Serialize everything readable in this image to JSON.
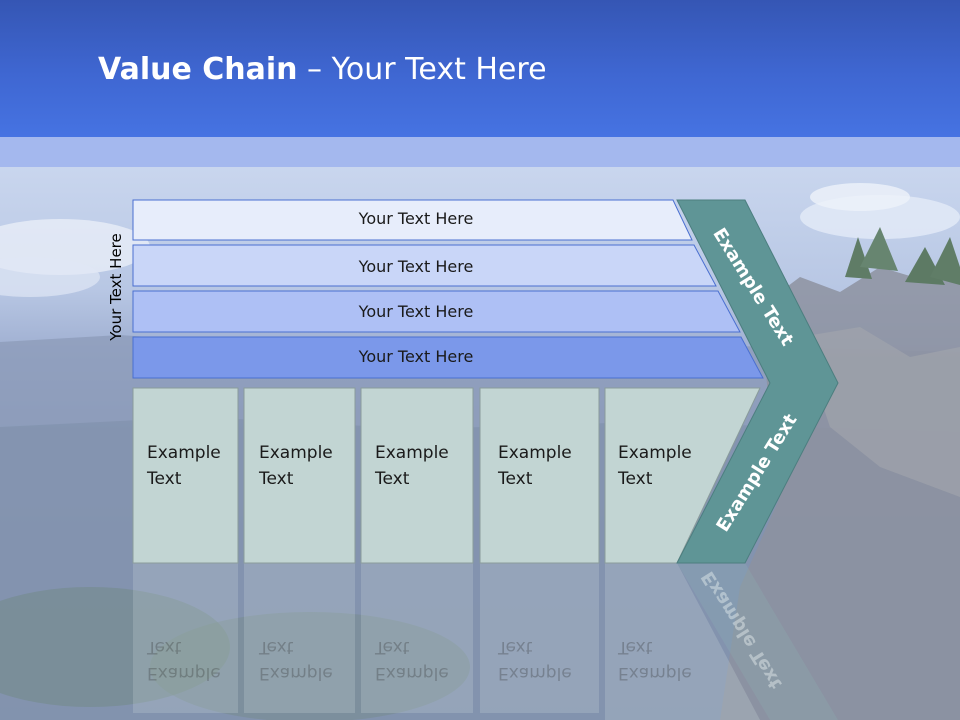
{
  "title": {
    "bold": "Value Chain",
    "rest": " – Your Text Here"
  },
  "side_label": "Your Text Here",
  "rows": [
    {
      "label": "Your Text Here",
      "color": "#e7edfb"
    },
    {
      "label": "Your Text Here",
      "color": "#c9d6f8"
    },
    {
      "label": "Your Text Here",
      "color": "#aec0f5"
    },
    {
      "label": "Your Text Here",
      "color": "#7b98ea"
    }
  ],
  "activities": [
    {
      "line1": "Example",
      "line2": "Text"
    },
    {
      "line1": "Example",
      "line2": "Text"
    },
    {
      "line1": "Example",
      "line2": "Text"
    },
    {
      "line1": "Example",
      "line2": "Text"
    },
    {
      "line1": "Example",
      "line2": "Text"
    }
  ],
  "chevron": {
    "top_label": "Example Text",
    "bottom_label": "Example Text",
    "color": "#5f9596"
  },
  "colors": {
    "header": "#4270dc",
    "cell_fill": "#c2d5d3",
    "band": "#a4b8ee"
  }
}
